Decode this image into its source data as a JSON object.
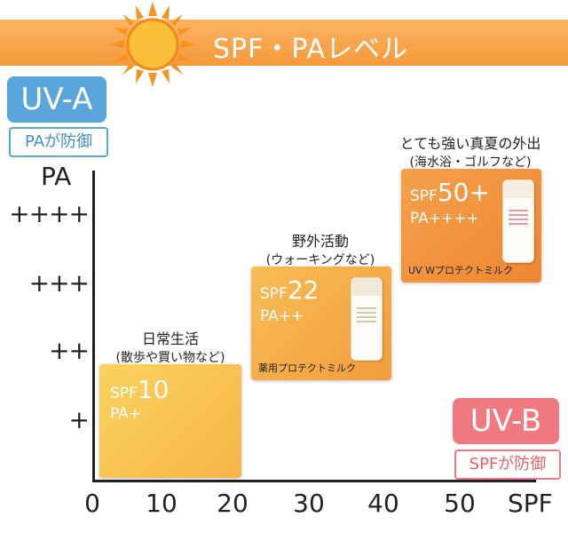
{
  "header": {
    "title": "SPF・PAレベル"
  },
  "uva": {
    "label": "UV-A",
    "sub": "PAが防御"
  },
  "uvb": {
    "label": "UV-B",
    "sub": "SPFが防御"
  },
  "axes": {
    "y_title": "PA",
    "y_ticks": [
      "++++",
      "+++",
      "++",
      "+"
    ],
    "x_ticks": [
      "0",
      "10",
      "20",
      "30",
      "40",
      "50"
    ],
    "x_title": "SPF"
  },
  "levels": [
    {
      "label": "日常生活",
      "sub": "(散歩や買い物など)",
      "spf_prefix": "SPF",
      "spf_value": "10",
      "pa": "PA+",
      "caption": "",
      "color": "#f8c24e"
    },
    {
      "label": "野外活動",
      "sub": "(ウォーキングなど)",
      "spf_prefix": "SPF",
      "spf_value": "22",
      "pa": "PA++",
      "caption": "薬用プロテクトミルク",
      "color": "#f6ac46"
    },
    {
      "label": "とても強い真夏の外出",
      "sub": "(海水浴・ゴルフなど)",
      "spf_prefix": "SPF",
      "spf_value": "50+",
      "pa": "PA++++",
      "caption": "UV Wプロテクトミルク",
      "color": "#f18f39"
    }
  ],
  "colors": {
    "banner": "#f59a3b",
    "uva": "#5aa6dc",
    "uvb": "#f07a80"
  },
  "icons": [
    "sun-icon",
    "bottle-image"
  ]
}
